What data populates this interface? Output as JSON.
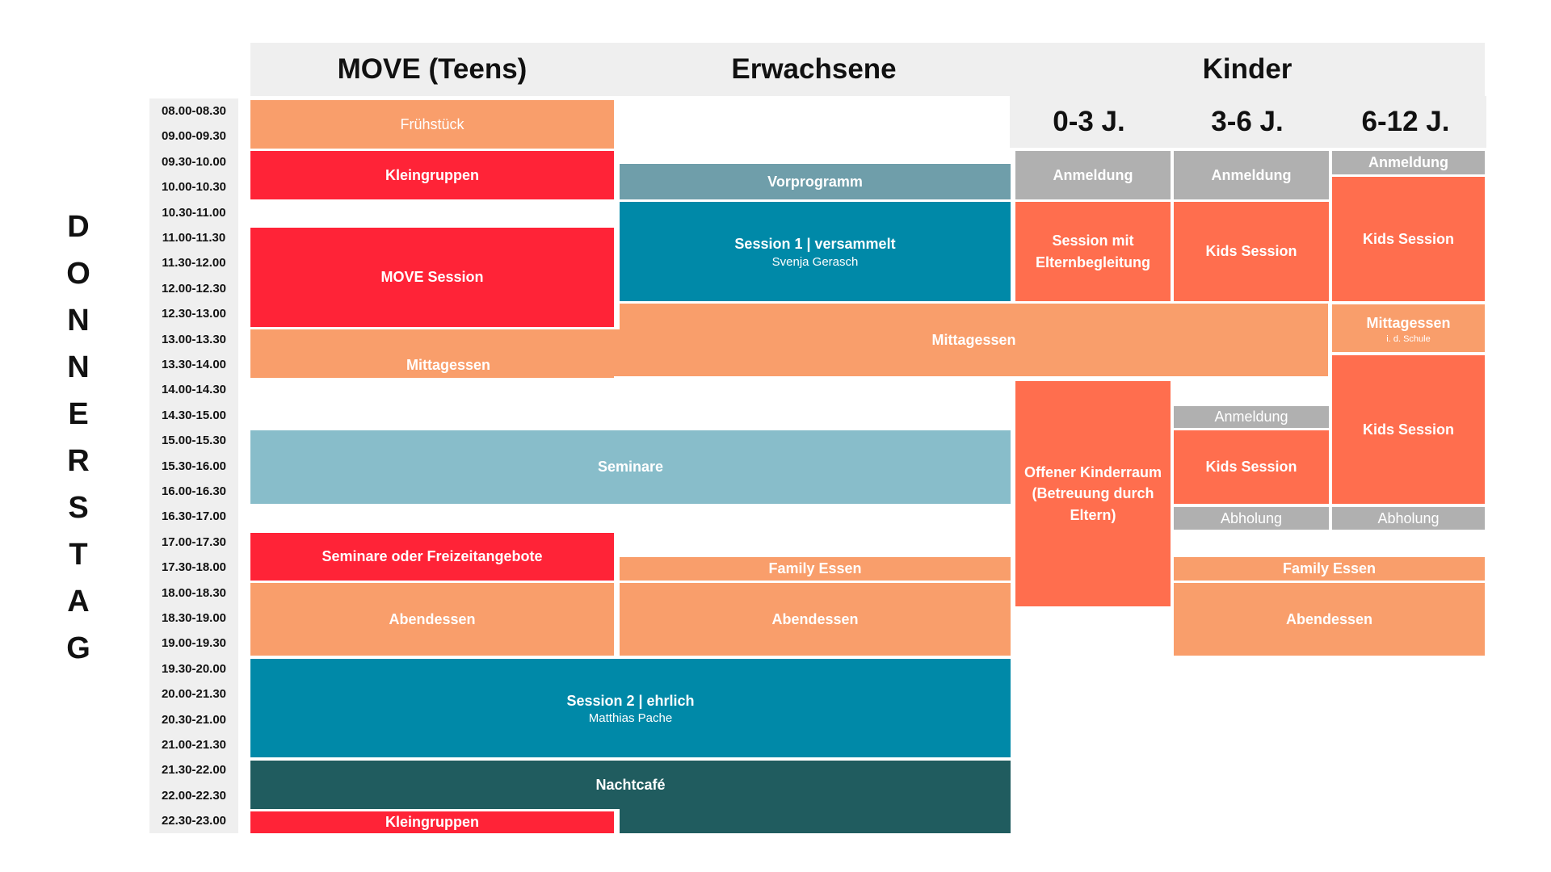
{
  "day_letters": [
    "D",
    "O",
    "N",
    "N",
    "E",
    "R",
    "S",
    "T",
    "A",
    "G"
  ],
  "times": [
    "08.00-08.30",
    "09.00-09.30",
    "09.30-10.00",
    "10.00-10.30",
    "10.30-11.00",
    "11.00-11.30",
    "11.30-12.00",
    "12.00-12.30",
    "12.30-13.00",
    "13.00-13.30",
    "13.30-14.00",
    "14.00-14.30",
    "14.30-15.00",
    "15.00-15.30",
    "15.30-16.00",
    "16.00-16.30",
    "16.30-17.00",
    "17.00-17.30",
    "17.30-18.00",
    "18.00-18.30",
    "18.30-19.00",
    "19.00-19.30",
    "19.30-20.00",
    "20.00-21.30",
    "20.30-21.00",
    "21.00-21.30",
    "21.30-22.00",
    "22.00-22.30",
    "22.30-23.00"
  ],
  "headers": {
    "move": "MOVE (Teens)",
    "erwachsene": "Erwachsene",
    "kinder": "Kinder",
    "k0": "0-3 J.",
    "k3": "3-6 J.",
    "k6": "6-12 J."
  },
  "blocks": {
    "move_fruehstueck": "Frühstück",
    "move_kleingruppen": "Kleingruppen",
    "move_session": "MOVE Session",
    "move_mittagessen": "Mittagessen",
    "move_seminare_frei": "Seminare oder Freizeitangebote",
    "move_abendessen": "Abendessen",
    "move_kleingruppen2": "Kleingruppen",
    "erw_vorprogramm": "Vorprogramm",
    "erw_session1_title": "Session 1 | versammelt",
    "erw_session1_speaker": "Svenja Gerasch",
    "mittagessen_shared": "Mittagessen",
    "seminare": "Seminare",
    "erw_family_essen": "Family Essen",
    "erw_abendessen": "Abendessen",
    "session2_title": "Session 2 | ehrlich",
    "session2_speaker": "Matthias Pache",
    "nachtcafe": "Nachtcafé",
    "k0_anmeldung": "Anmeldung",
    "k0_session": "Session mit Elternbegleitung",
    "k0_offener": "Offener Kinderraum (Betreuung durch Eltern)",
    "k3_anmeldung": "Anmeldung",
    "k3_session": "Kids Session",
    "k3_anmeldung2": "Anmeldung",
    "k3_session2": "Kids Session",
    "k3_abholung": "Abholung",
    "k6_anmeldung": "Anmeldung",
    "k6_session": "Kids Session",
    "k6_mittagessen": "Mittagessen",
    "k6_mittagessen_note": "i. d. Schule",
    "k6_session2": "Kids Session",
    "k6_abholung": "Abholung",
    "kinder_family_essen": "Family Essen",
    "kinder_abendessen": "Abendessen"
  },
  "colors": {
    "red": "#ff2337",
    "peach": "#f99e6b",
    "coral": "#ff6e4e",
    "grey": "#b0b0b0",
    "slate": "#6f9eaa",
    "teal": "#0089a8",
    "light_blue": "#88bdca",
    "dark_green": "#205c5f",
    "header_bg": "#efefef"
  }
}
